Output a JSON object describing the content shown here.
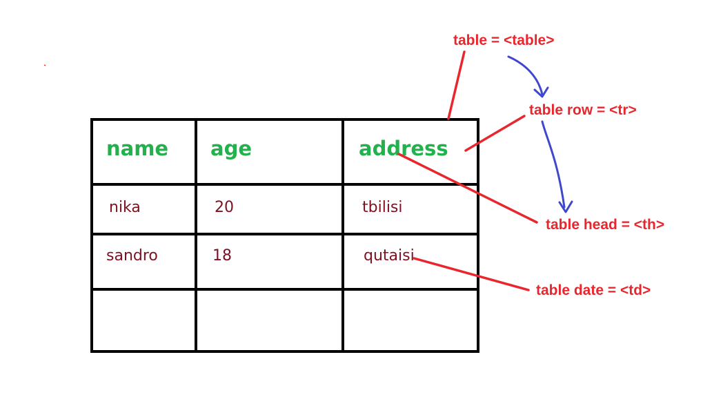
{
  "table": {
    "headers": [
      "name",
      "age",
      "address"
    ],
    "rows": [
      [
        "nika",
        "20",
        "tbilisi"
      ],
      [
        "sandro",
        "18",
        "qutaisi"
      ],
      [
        "",
        "",
        ""
      ]
    ]
  },
  "annotations": {
    "table": "table = <table>",
    "row": "table row = <tr>",
    "head": "table head = <th>",
    "data": "table date = <td>"
  },
  "colors": {
    "header_text": "#22b14c",
    "cell_text": "#7f1020",
    "annotation": "#e8262e",
    "flow_arrow": "#3f48cc",
    "grid": "#000000"
  }
}
